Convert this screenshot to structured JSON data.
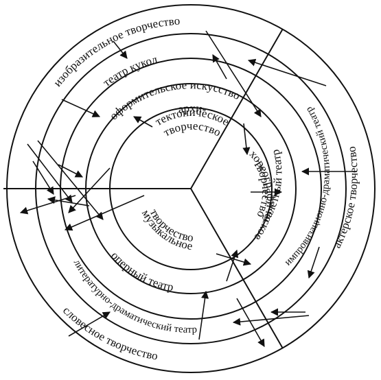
{
  "labels": {
    "center_top_1": "архи-",
    "center_top_2": "тектоническое",
    "center_top_3": "творчество",
    "center_right_1": "хореографическое",
    "center_right_2": "творчество",
    "center_left_1": "музыкальное",
    "center_left_2": "творчество",
    "ring2_top": "оформительское искусство",
    "ring2_right": "балетный театр",
    "ring2_left": "оперный театр",
    "ring3_top": "театр кукол",
    "ring3_right": "импровизационно-драматический театр",
    "ring3_left": "литературно-драматический театр",
    "ring4_top": "изобразительное творчество",
    "ring4_right": "актерское творчество",
    "ring4_left": "словесное творчество"
  },
  "colors": {
    "ink": "#111111",
    "background": "#ffffff"
  }
}
